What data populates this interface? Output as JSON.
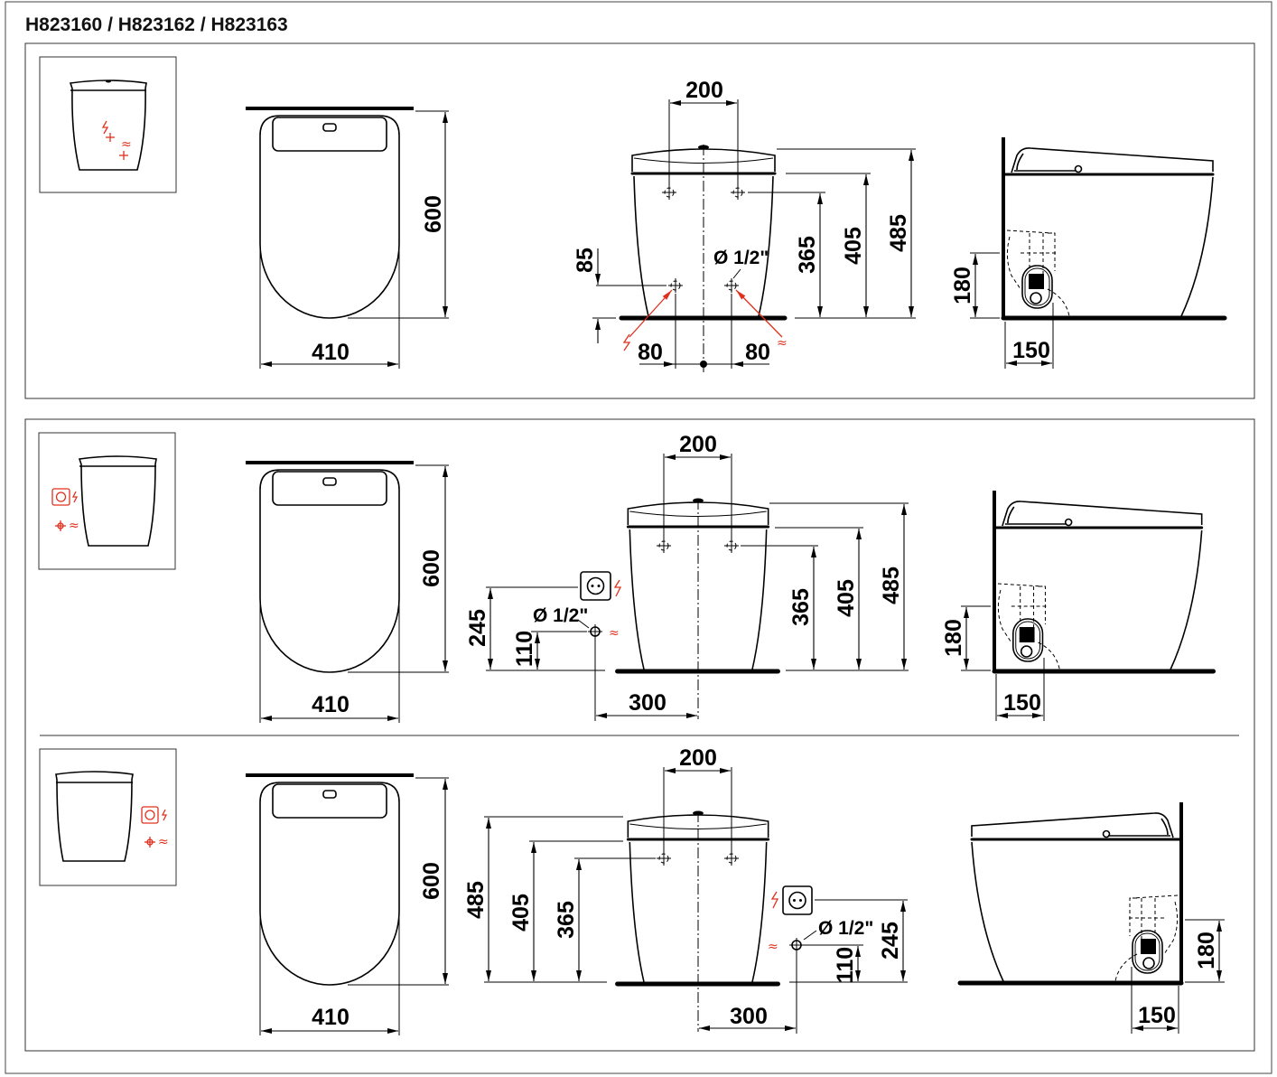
{
  "title": "H823160 / H823162 / H823163",
  "dims": {
    "d600": "600",
    "d410": "410",
    "d200": "200",
    "d485": "485",
    "d405": "405",
    "d365": "365",
    "d85": "85",
    "d80": "80",
    "d180": "180",
    "d150": "150",
    "d245": "245",
    "d110": "110",
    "d300": "300",
    "pipe": "Ø 1/2\""
  },
  "symbols": {
    "electric": "ϟ",
    "water": "≈"
  },
  "icons": [
    "electric-connection-icon",
    "water-connection-icon",
    "power-socket-icon",
    "crosshair-connection-icon"
  ],
  "colors": {
    "line": "#000000",
    "accent": "#e0301e"
  }
}
